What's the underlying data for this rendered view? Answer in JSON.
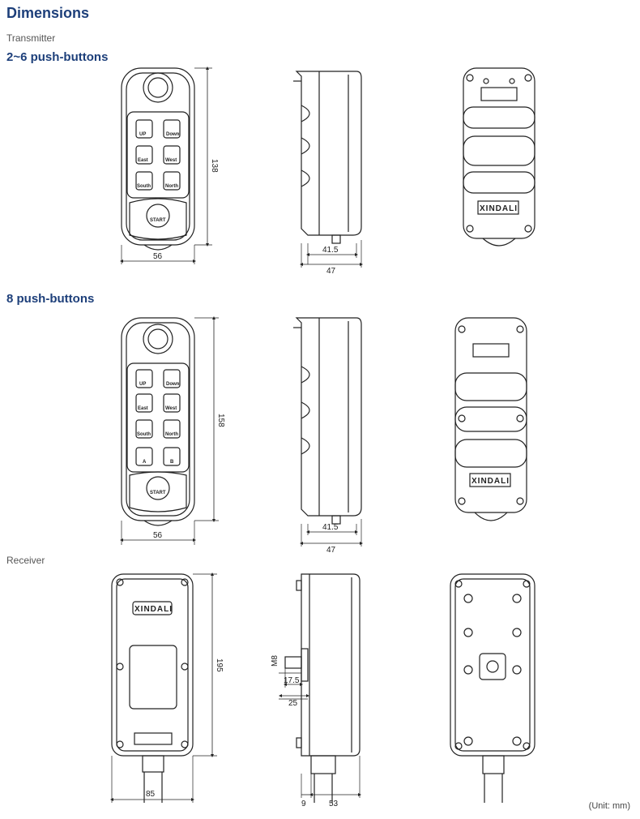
{
  "header": {
    "title": "Dimensions",
    "transmitter_label": "Transmitter",
    "section1": "2~6 push-buttons",
    "section2": "8 push-buttons",
    "receiver_label": "Receiver",
    "unit": "(Unit:  mm)"
  },
  "brand": "XINDALI",
  "buttons": {
    "up": "UP",
    "down": "Down",
    "east": "East",
    "west": "West",
    "south": "South",
    "north": "North",
    "a": "A",
    "b": "B",
    "start": "START"
  },
  "dims": {
    "t1_height": "138",
    "t1_width": "56",
    "t1_side_a": "41.5",
    "t1_side_b": "47",
    "t2_height": "158",
    "t2_width": "56",
    "t2_side_a": "41.5",
    "t2_side_b": "47",
    "r_height": "195",
    "r_width": "85",
    "r_thread": "M8",
    "r_a": "17.5",
    "r_b": "25",
    "r_c": "9",
    "r_d": "53"
  }
}
